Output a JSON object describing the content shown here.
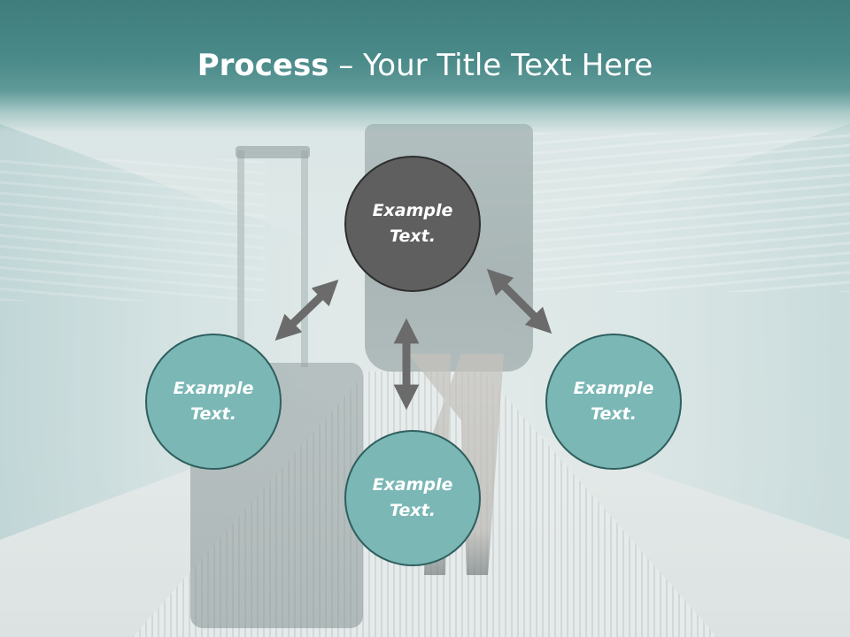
{
  "slide": {
    "title_bold": "Process",
    "title_rest": " – Your Title Text Here"
  },
  "circles": {
    "top": "Example Text.",
    "left": "Example Text.",
    "bottom": "Example Text.",
    "right": "Example Text."
  },
  "colors": {
    "title_band": "#3e7d7c",
    "circle_teal": "#7ab7b5",
    "circle_dark": "#5f5f5f",
    "arrow": "#6b6b6b"
  }
}
